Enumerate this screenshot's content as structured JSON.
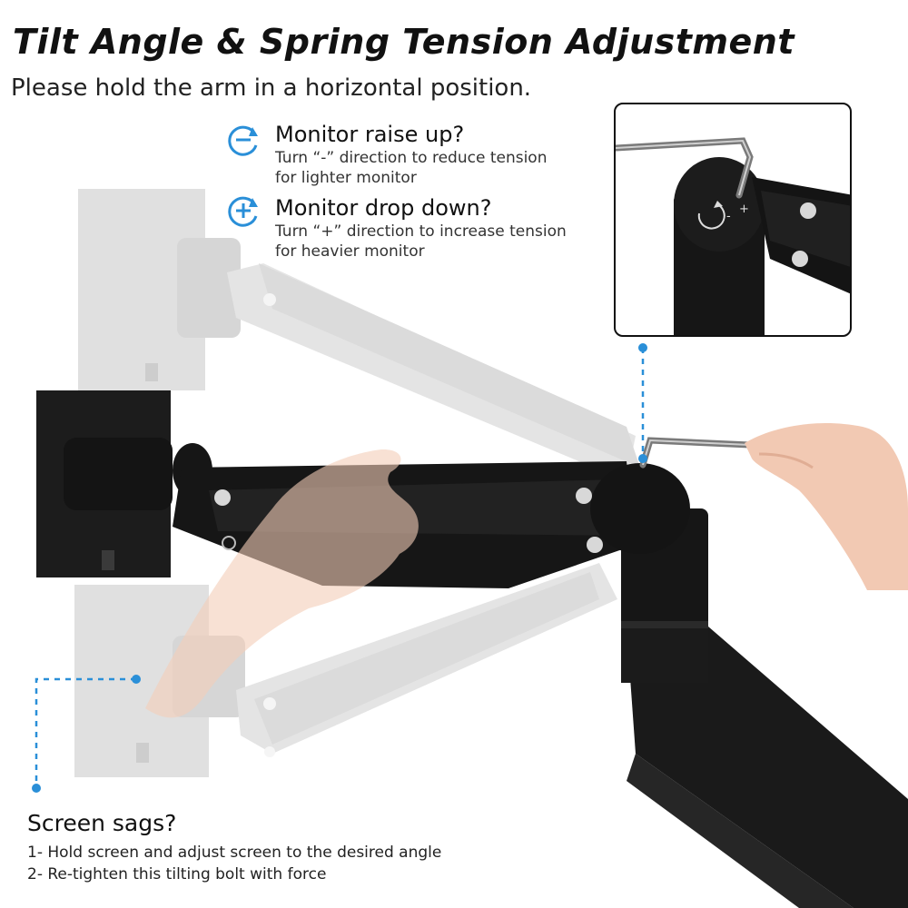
{
  "header": {
    "title": "Tilt Angle & Spring Tension Adjustment",
    "subtitle": "Please hold the arm in a horizontal position."
  },
  "tips": [
    {
      "icon": "minus-rotate-icon",
      "heading": "Monitor raise up?",
      "line1": "Turn “-” direction to reduce tension",
      "line2": "for lighter monitor"
    },
    {
      "icon": "plus-rotate-icon",
      "heading": "Monitor drop down?",
      "line1": "Turn “+” direction to increase tension",
      "line2": "for heavier monitor"
    }
  ],
  "sag": {
    "heading": "Screen sags?",
    "step1": "1- Hold screen and adjust screen to the desired angle",
    "step2": "2- Re-tighten this tilting bolt with force"
  },
  "inset": {
    "direction_minus": "-",
    "direction_plus": "+"
  },
  "colors": {
    "accent": "#2a8fd8",
    "arm": "#151515",
    "ghost": "#d9d9d9",
    "skin": "#f2c9b3"
  }
}
